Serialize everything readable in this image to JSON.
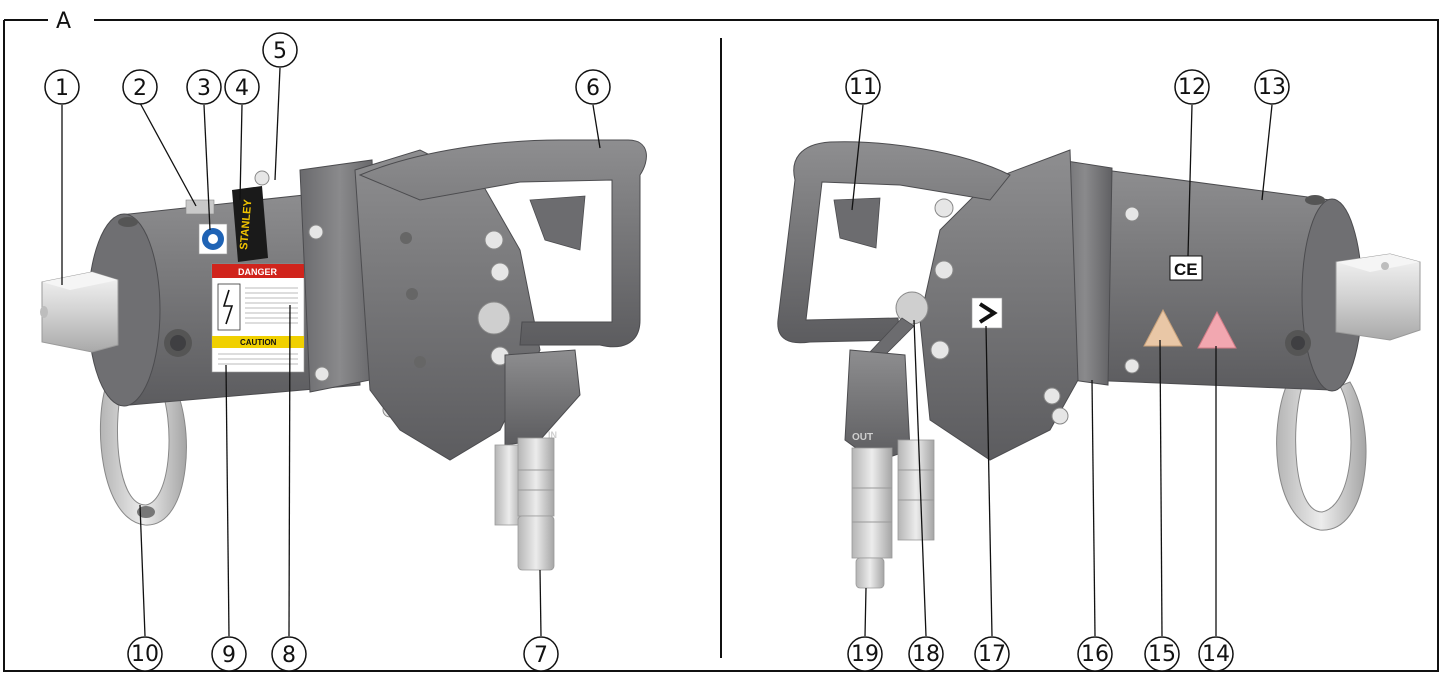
{
  "figure": {
    "panel_label": "A",
    "brand_text": "STANLEY",
    "label_danger": "DANGER",
    "label_caution": "CAUTION",
    "ce_mark": "CE",
    "port_in": "IN",
    "port_out": "OUT",
    "left_callouts": [
      "1",
      "2",
      "3",
      "4",
      "5",
      "6",
      "7",
      "8",
      "9",
      "10"
    ],
    "right_callouts": [
      "11",
      "12",
      "13",
      "14",
      "15",
      "16",
      "17",
      "18",
      "19"
    ]
  },
  "colors": {
    "body": "#7b7b7d",
    "body_dark": "#5d5d60",
    "body_light": "#9c9c9e",
    "chrome": "#d9d9d9",
    "chrome_dark": "#a8a8a8",
    "danger_red": "#d0241c",
    "caution_yellow": "#f0d000",
    "line": "#111111"
  }
}
